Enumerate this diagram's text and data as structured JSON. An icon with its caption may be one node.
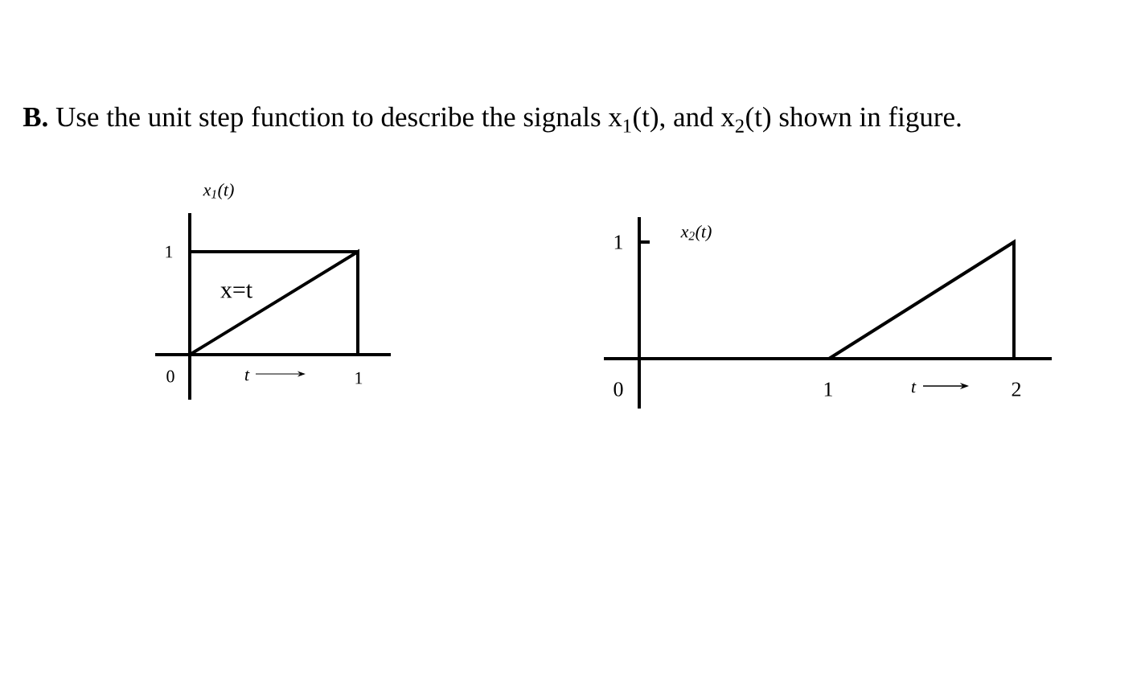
{
  "diagram": {
    "title": "**B.** Use the unit step function to describe the signals x$_{1}$(t), and x$_{2}$(t) shown in figure.",
    "labels": [
      "x$_{1}$(t)",
      "1",
      "x=t",
      "0",
      "t",
      "1",
      "1",
      "x$_{2}$(t)",
      "0",
      "1",
      "t",
      "2"
    ]
  }
}
